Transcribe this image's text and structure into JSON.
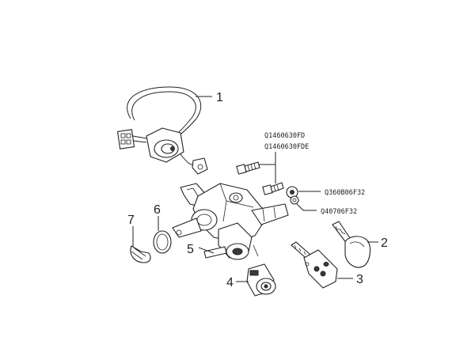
{
  "callouts": {
    "c1": "1",
    "c2": "2",
    "c3": "3",
    "c4": "4",
    "c5": "5",
    "c6": "6",
    "c7": "7"
  },
  "part_numbers": {
    "screw_a": "Q1460630FD",
    "screw_b": "Q1460630FDE",
    "nut": "Q360B06F32",
    "washer": "Q40706F32"
  },
  "colors": {
    "line": "#222222",
    "background": "#ffffff"
  }
}
